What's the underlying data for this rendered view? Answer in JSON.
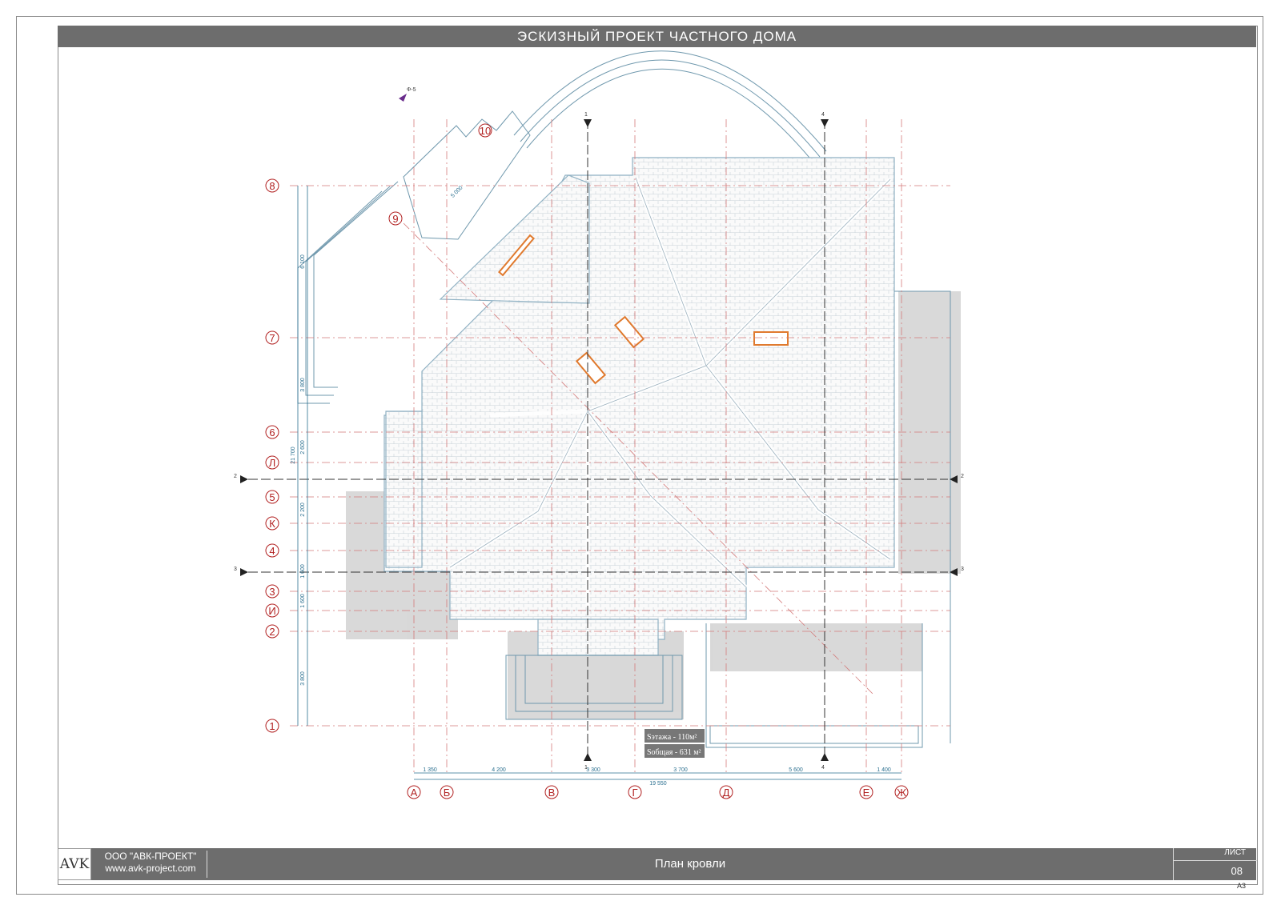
{
  "header": {
    "title": "ЭСКИЗНЫЙ ПРОЕКТ ЧАСТНОГО ДОМА"
  },
  "axes": {
    "rows": [
      {
        "label": "8"
      },
      {
        "label": "7"
      },
      {
        "label": "6"
      },
      {
        "label": "Л"
      },
      {
        "label": "5"
      },
      {
        "label": "К"
      },
      {
        "label": "4"
      },
      {
        "label": "3"
      },
      {
        "label": "И"
      },
      {
        "label": "2"
      },
      {
        "label": "1"
      }
    ],
    "cols": [
      {
        "label": "А"
      },
      {
        "label": "Б"
      },
      {
        "label": "В"
      },
      {
        "label": "Г"
      },
      {
        "label": "Д"
      },
      {
        "label": "Е"
      },
      {
        "label": "Ж"
      }
    ],
    "diag": [
      {
        "label": "9"
      },
      {
        "label": "10"
      }
    ]
  },
  "dims": {
    "horizontal": [
      "1 350",
      "4 200",
      "3 300",
      "3 700",
      "5 600",
      "1 400"
    ],
    "horizontal_total": "19 550",
    "vertical": [
      "6 100",
      "3 800",
      "2 600",
      "2 200",
      "1 600",
      "1 600",
      "3 800"
    ],
    "vertical_total": "21 700",
    "diag": "5 000"
  },
  "sections": {
    "s1": "1",
    "s2": "2",
    "s3": "3",
    "s4": "4"
  },
  "callout": "Ф-5",
  "area": {
    "floor": "Sэтажа - 110м²",
    "total": "Sобщая - 631 м²"
  },
  "footer": {
    "company": "ООО \"АВК-ПРОЕКТ\"",
    "website": "www.avk-project.com",
    "sheet_title": "План кровли",
    "sheet_label": "ЛИСТ",
    "sheet_number": "08",
    "format": "А3",
    "logo": "AVK"
  },
  "colors": {
    "axis": "#b22222",
    "dim": "#2a6f8f",
    "roof": "#9fb6c4",
    "skylight": "#e07a2e",
    "shadow": "#cfcfcf",
    "bar": "#6d6d6d"
  }
}
